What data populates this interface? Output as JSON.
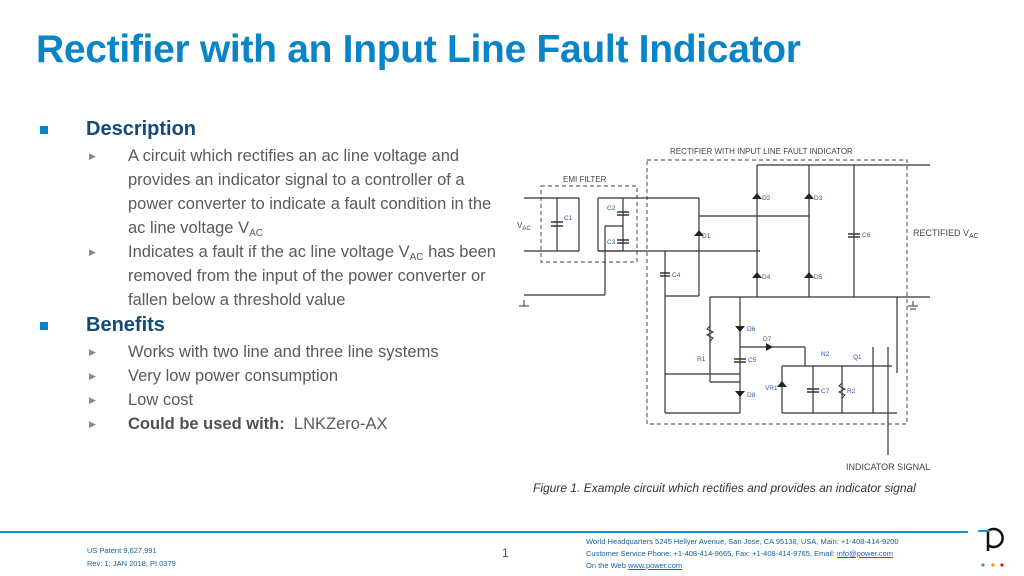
{
  "slide": {
    "title": "Rectifier with an Input Line Fault Indicator",
    "accent_color": "#0a84c8",
    "heading_color": "#124a7c"
  },
  "description": {
    "heading": "Description",
    "bullets": [
      {
        "text": "A circuit which rectifies an ac line voltage and provides an indicator signal to a controller of a power converter to indicate a fault condition in the ac line voltage V",
        "sub": "AC",
        "tail": ""
      },
      {
        "text": "Indicates a fault if the ac line voltage V",
        "sub": "AC",
        "tail": " has been removed from the input of the power converter or fallen below a threshold value"
      }
    ]
  },
  "benefits": {
    "heading": "Benefits",
    "bullets": [
      "Works with two line and three line systems",
      "Very low power consumption",
      "Low cost"
    ],
    "used_with_label": "Could be used with:",
    "used_with_value": "LNKZero-AX"
  },
  "diagram": {
    "main_box_label": "RECTIFIER WITH INPUT LINE FAULT INDICATOR",
    "emi_label": "EMI FILTER",
    "input_label": "V",
    "input_sub": "AC",
    "output_label": "RECTIFIED V",
    "output_sub": "AC",
    "indicator_label": "INDICATOR SIGNAL",
    "components": {
      "c1": "C1",
      "c2": "C2",
      "c3": "C3",
      "c4": "C4",
      "c5": "C5",
      "c6": "C6",
      "c7": "C7",
      "d1": "D1",
      "d2": "D2",
      "d3": "D3",
      "d4": "D4",
      "d5": "D5",
      "d6": "D6",
      "d7": "D7",
      "d8": "D8",
      "r1": "R1",
      "r2": "R2",
      "q1": "Q1",
      "vr1": "VR1",
      "n2": "N2"
    }
  },
  "caption": "Figure 1. Example circuit which rectifies and provides an indicator signal",
  "footer": {
    "patent": "US Patent 9,627,991",
    "revision": "Rev: 1; JAN 2018; PI.0379",
    "page_number": "1",
    "hq": "World Headquarters 5245 Hellyer Avenue, San Jose, CA 95138, USA, Main: +1-408-414-9200",
    "service_prefix": "Customer Service Phone: +1-408-414-9665, Fax: +1-408-414-9765, Email: ",
    "email": "info@power.com",
    "web_prefix": "On the Web ",
    "web": "www.power.com"
  }
}
